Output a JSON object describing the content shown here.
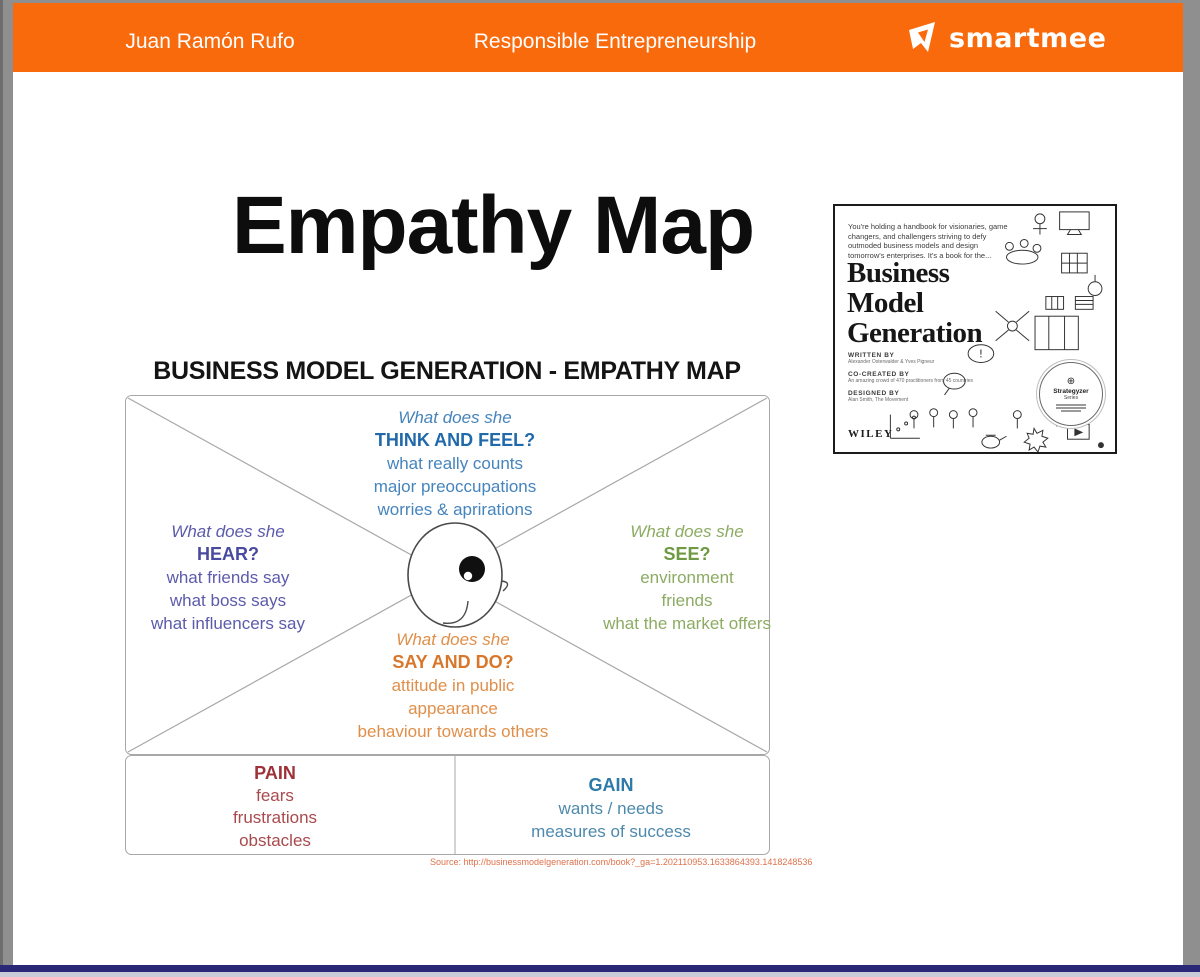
{
  "header": {
    "author": "Juan Ramón Rufo",
    "course": "Responsible Entrepreneurship",
    "brand": "smartmee"
  },
  "slide": {
    "title": "Empathy Map",
    "diagram_heading": "BUSINESS MODEL GENERATION - EMPATHY MAP",
    "source_note": "Source: http://businessmodelgeneration.com/book?_ga=1.202110953.1633864393.1418248536"
  },
  "empathy_map": {
    "think_feel": {
      "lead": "What does she",
      "heading": "THINK AND FEEL?",
      "items": [
        "what really counts",
        "major preoccupations",
        "worries & aprirations"
      ],
      "color": "#2069aa"
    },
    "hear": {
      "lead": "What does she",
      "heading": "HEAR?",
      "items": [
        "what friends say",
        "what boss says",
        "what influencers say"
      ],
      "color": "#4a49a0"
    },
    "see": {
      "lead": "What does she",
      "heading": "SEE?",
      "items": [
        "environment",
        "friends",
        "what the market offers"
      ],
      "color": "#6e9a43"
    },
    "say_do": {
      "lead": "What does she",
      "heading": "SAY AND DO?",
      "items": [
        "attitude in public",
        "appearance",
        "behaviour towards others"
      ],
      "color": "#d8772b"
    },
    "pain": {
      "heading": "PAIN",
      "items": [
        "fears",
        "frustrations",
        "obstacles"
      ],
      "color": "#9e3238"
    },
    "gain": {
      "heading": "GAIN",
      "items": [
        "wants / needs",
        "measures of success"
      ],
      "color": "#2d7aa8"
    }
  },
  "book_cover": {
    "intro": "You're holding a handbook for visionaries, game changers, and challengers striving to defy outmoded business models and design tomorrow's enterprises. It's a book for the...",
    "title_line1": "Business",
    "title_line2": "Model",
    "title_line3": "Generation",
    "credits": [
      {
        "label": "WRITTEN BY",
        "value": "Alexander Osterwalder & Yves Pigneur"
      },
      {
        "label": "CO-CREATED BY",
        "value": "An amazing crowd of 470 practitioners from 45 countries"
      },
      {
        "label": "DESIGNED BY",
        "value": "Alan Smith, The Movement"
      }
    ],
    "publisher": "WILEY",
    "badge_title": "Strategyzer",
    "badge_subtitle": "Series"
  },
  "icons": {
    "strategyzer_mark": "⊕",
    "doodle_exclamation": "!"
  },
  "colors": {
    "header_orange": "#f96a0d",
    "footer_navy": "#2b2878",
    "frame_gray": "#8f8f8f",
    "source_orange": "#e0714a"
  }
}
